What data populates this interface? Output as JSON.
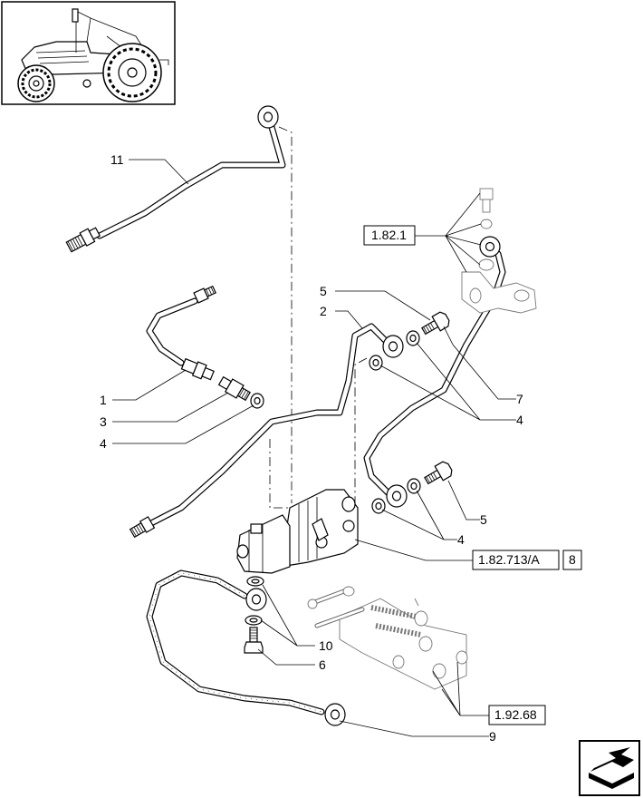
{
  "callouts": {
    "c1": "1",
    "c2": "2",
    "c3": "3",
    "c4a": "4",
    "c4b": "4",
    "c4c": "4",
    "c5a": "5",
    "c5b": "5",
    "c6": "6",
    "c7": "7",
    "c9": "9",
    "c10": "10",
    "c11": "11"
  },
  "references": {
    "ref_1_82_1": "1.82.1",
    "ref_1_82_713_a": "1.82.713/A",
    "ref_8": "8",
    "ref_1_92_68": "1.92.68"
  },
  "icons": {
    "thumbnail": "tractor-thumbnail",
    "nav": "next-page-arrow-icon"
  }
}
